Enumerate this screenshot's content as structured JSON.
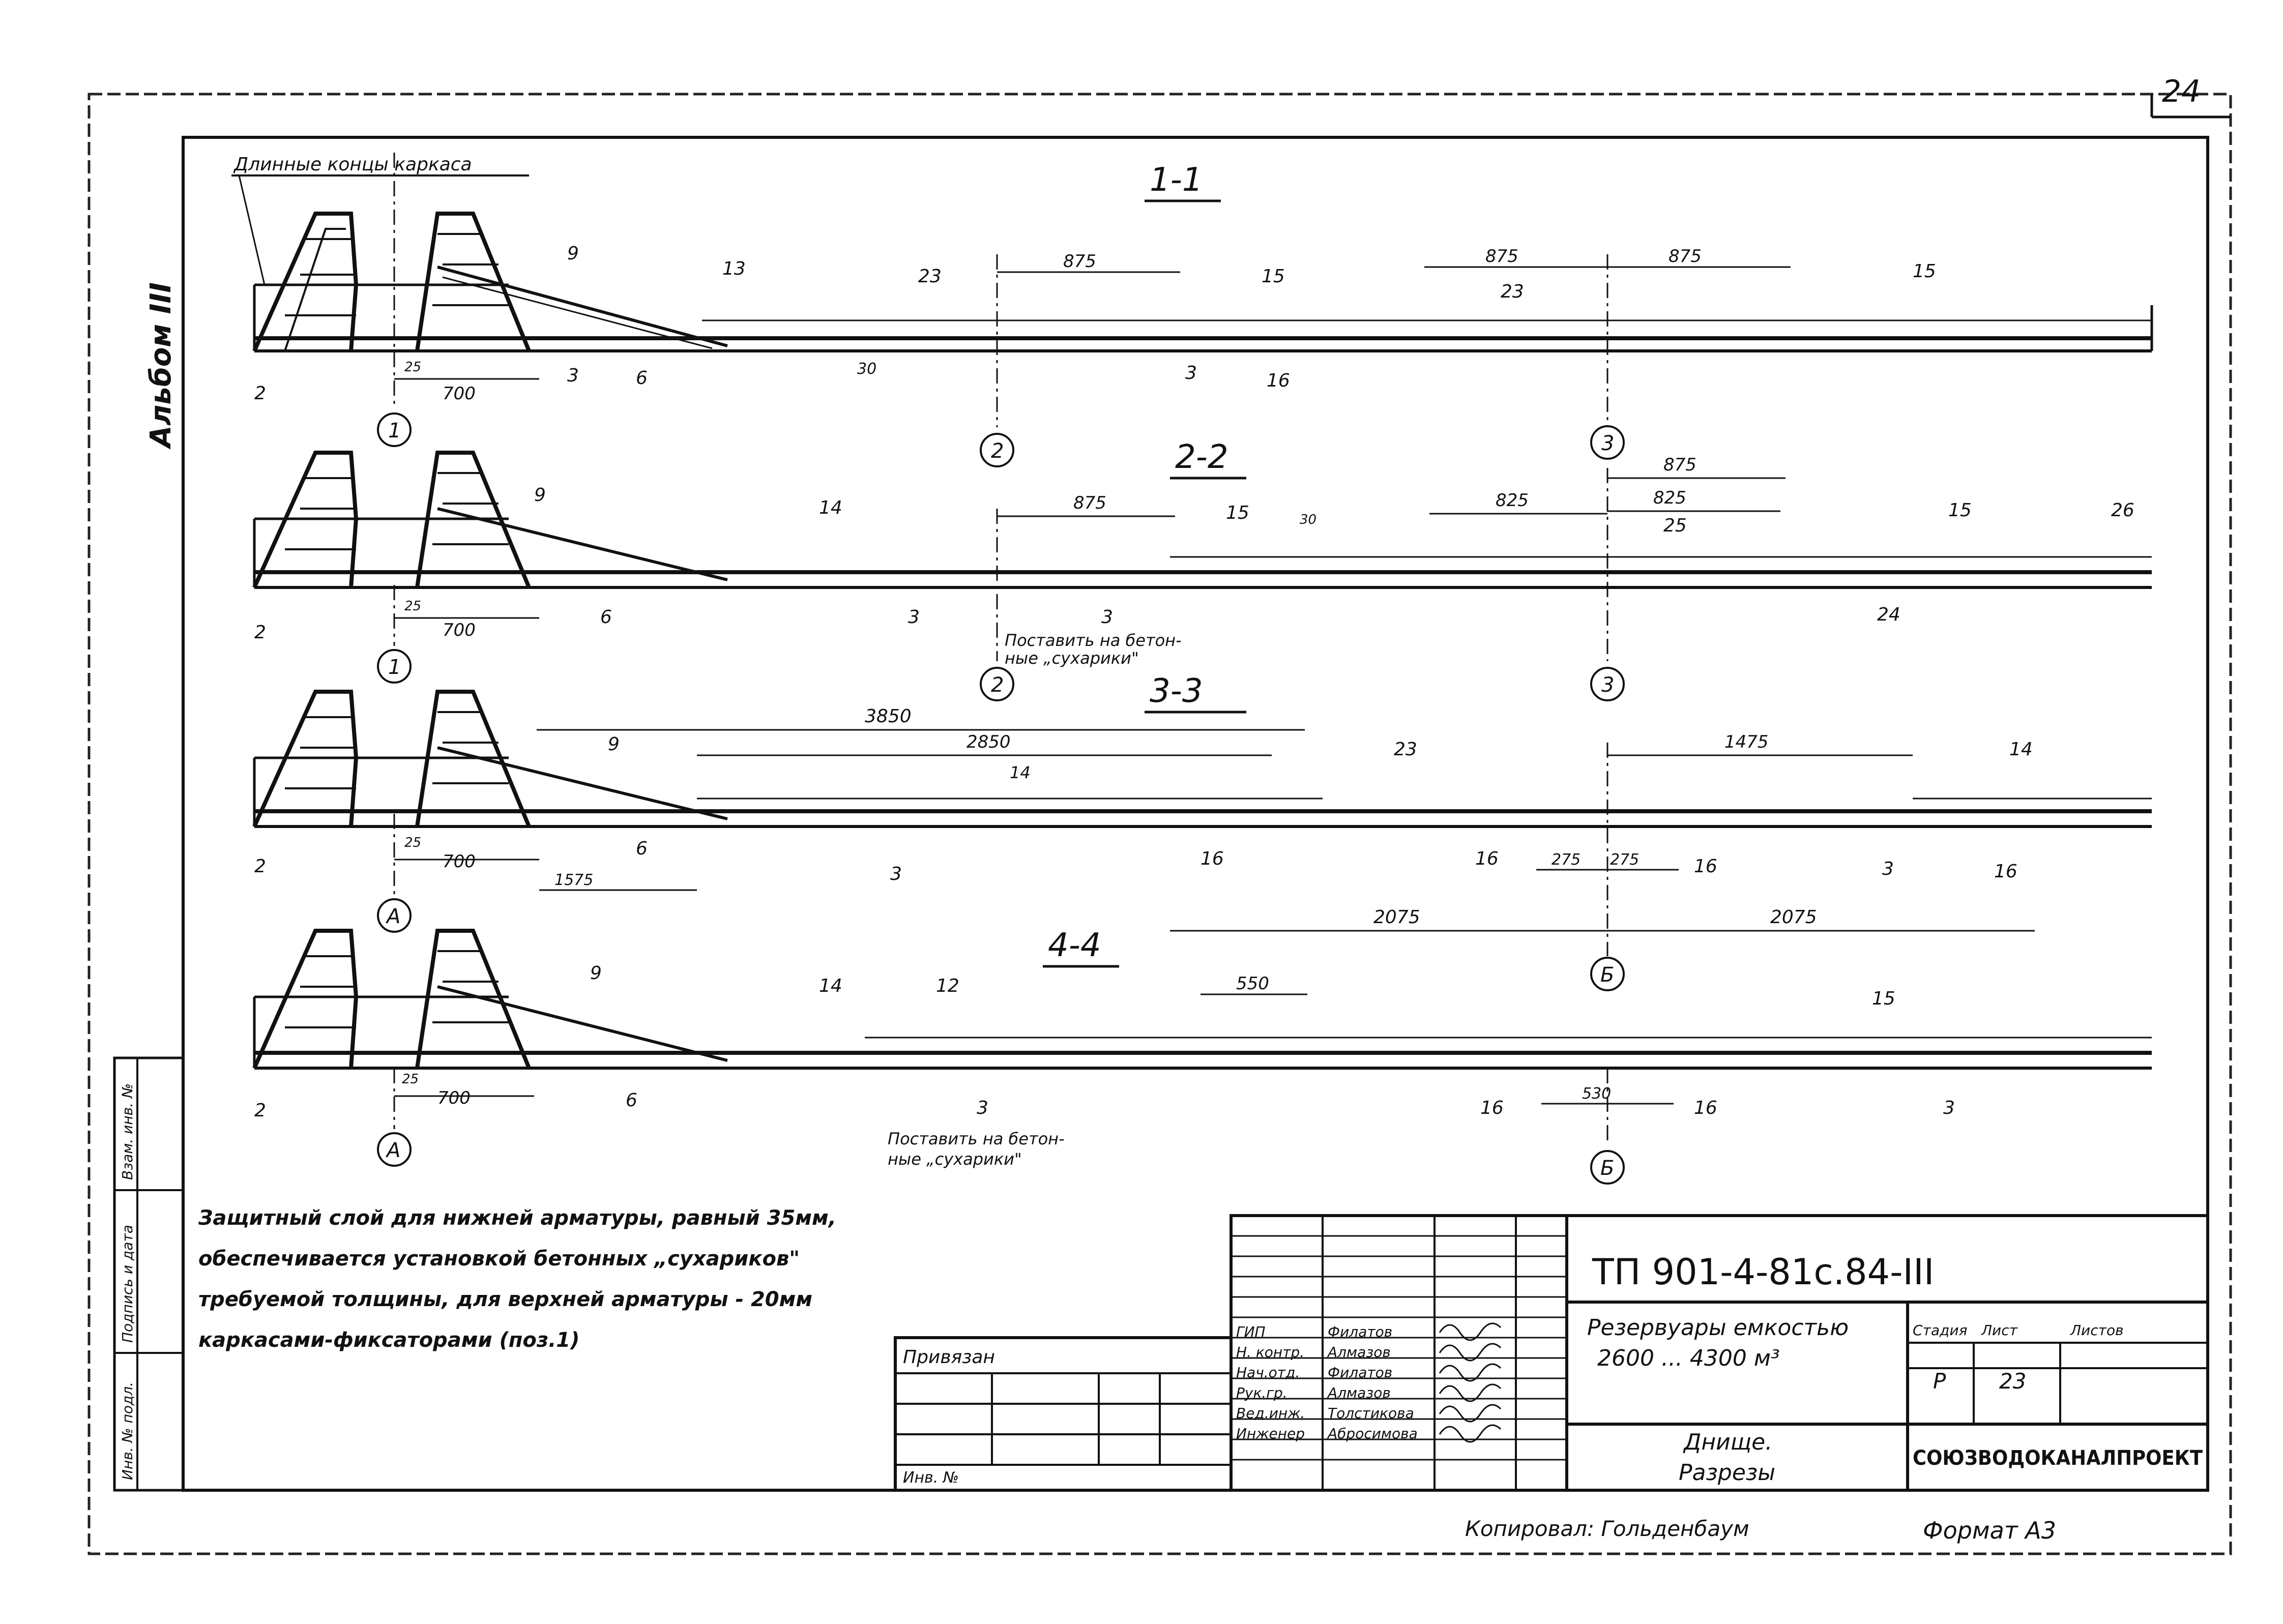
{
  "sheet_number": "24",
  "album_label": "Альбом III",
  "callout_top_left": "Длинные концы каркаса",
  "sections": [
    {
      "title": "1-1"
    },
    {
      "title": "2-2"
    },
    {
      "title": "3-3"
    },
    {
      "title": "4-4"
    }
  ],
  "dimensions": {
    "s1": [
      "875",
      "875",
      "875",
      "700",
      "25",
      "30"
    ],
    "s2": [
      "875",
      "825",
      "825",
      "875",
      "700",
      "25",
      "30"
    ],
    "s3": [
      "3850",
      "2850",
      "1475",
      "700",
      "1575",
      "25",
      "275",
      "275",
      "2075",
      "2075"
    ],
    "s4": [
      "550",
      "530",
      "700",
      "25"
    ]
  },
  "position_marks": {
    "s1": [
      "9",
      "13",
      "23",
      "15",
      "23",
      "15",
      "2",
      "3",
      "6",
      "3",
      "16"
    ],
    "s2": [
      "9",
      "14",
      "15",
      "25",
      "15",
      "26",
      "2",
      "6",
      "3",
      "3",
      "24"
    ],
    "s3": [
      "9",
      "14",
      "23",
      "14",
      "2",
      "6",
      "3",
      "16",
      "16",
      "16",
      "3",
      "16"
    ],
    "s4": [
      "9",
      "14",
      "12",
      "15",
      "2",
      "6",
      "3",
      "16",
      "16",
      "3"
    ]
  },
  "axes": {
    "s1": [
      "1",
      "2",
      "3"
    ],
    "s2": [
      "1",
      "2",
      "3"
    ],
    "s3": [
      "А",
      "Б"
    ],
    "s4": [
      "А",
      "Б"
    ]
  },
  "concrete_note_s2": [
    "Поставить на бетон-",
    "ные „сухарики\""
  ],
  "concrete_note_s4": [
    "Поставить на бетон-",
    "ные „сухарики\""
  ],
  "general_note": [
    "Защитный слой для нижней арматуры, равный 35мм,",
    "обеспечивается установкой бетонных „сухариков\"",
    "требуемой толщины, для верхней арматуры - 20мм",
    "каркасами-фиксаторами   (поз.1)"
  ],
  "left_strip": [
    "Взам. инв. №",
    "Подпись и дата",
    "Инв. № подл."
  ],
  "title_block": {
    "doc_code": "ТП 901-4-81с.84-III",
    "attached": "Привязан",
    "inv_no": "Инв. №",
    "roles": [
      "ГИП",
      "Н. контр.",
      "Нач.отд.",
      "Рук.гр.",
      "Вед.инж.",
      "Инженер"
    ],
    "names": [
      "Филатов",
      "Алмазов",
      "Филатов",
      "Алмазов",
      "Толстикова",
      "Абросимова"
    ],
    "project_title": [
      "Резервуары емкостью",
      "2600 ... 4300 м³"
    ],
    "sheet_title": [
      "Днище.",
      "Разрезы"
    ],
    "stage_label": "Стадия",
    "sheet_label": "Лист",
    "sheets_label": "Листов",
    "stage": "Р",
    "sheet": "23",
    "org": "СОЮЗВОДОКАНАЛПРОЕКТ"
  },
  "copied_by": "Копировал: Гольденбаум",
  "format": "Формат А3"
}
